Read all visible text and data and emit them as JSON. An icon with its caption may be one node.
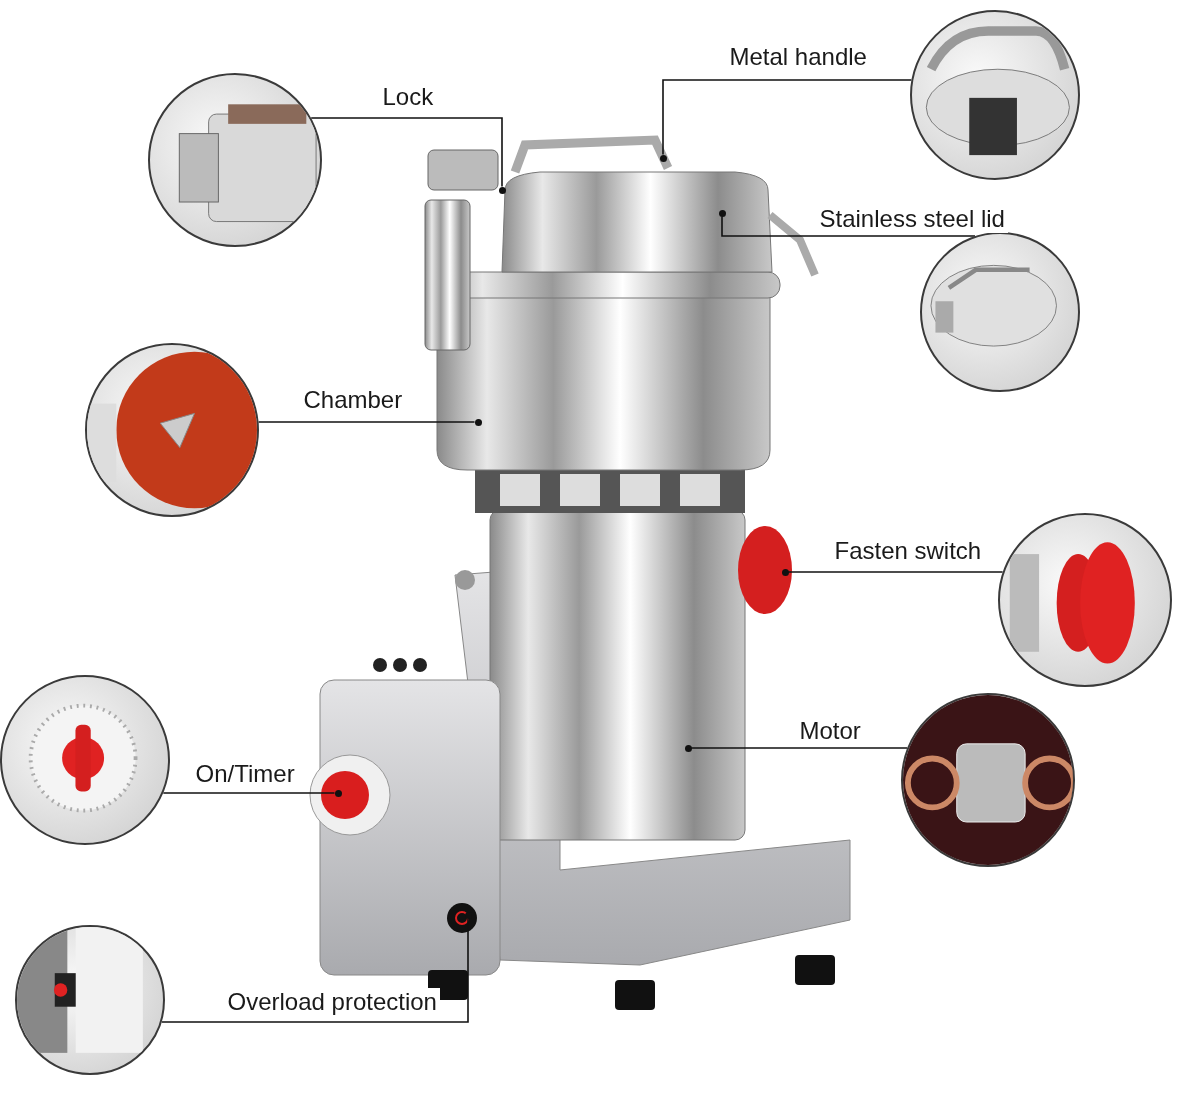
{
  "diagram": {
    "nodes": [
      {
        "text": [],
        "shape": "picture"
      },
      {
        "text": [],
        "shape": "circle"
      },
      {
        "text": [],
        "shape": "picture"
      },
      {
        "text": [],
        "shape": "circle"
      },
      {
        "text": [],
        "shape": "picture"
      },
      {
        "text": [],
        "shape": "circle"
      },
      {
        "text": [],
        "shape": "picture"
      },
      {
        "text": [],
        "shape": "circle"
      },
      {
        "text": [],
        "shape": "picture"
      },
      {
        "text": [],
        "shape": "circle"
      },
      {
        "text": [],
        "shape": "picture"
      },
      {
        "text": [],
        "shape": "circle"
      },
      {
        "text": [],
        "shape": "picture"
      },
      {
        "text": [],
        "shape": "circle"
      },
      {
        "text": [],
        "shape": "picture"
      },
      {
        "text": [],
        "shape": "circle"
      }
    ],
    "edges": [
      {
        "from": 0,
        "to": 1,
        "arrow": "none",
        "label": "Lock"
      },
      {
        "from": 2,
        "to": 3,
        "arrow": "none",
        "label": "Metal handle"
      },
      {
        "from": 4,
        "to": 5,
        "arrow": "none",
        "label": "Stainless steel lid"
      },
      {
        "from": 6,
        "to": 7,
        "arrow": "none",
        "label": "Chamber"
      },
      {
        "from": 8,
        "to": 9,
        "arrow": "none",
        "label": "Fasten switch"
      },
      {
        "from": 10,
        "to": 11,
        "arrow": "none",
        "label": "Motor"
      },
      {
        "from": 12,
        "to": 13,
        "arrow": "none",
        "label": "On/Timer"
      },
      {
        "from": 14,
        "to": 15,
        "arrow": "none",
        "label": "Overload protection"
      }
    ]
  }
}
